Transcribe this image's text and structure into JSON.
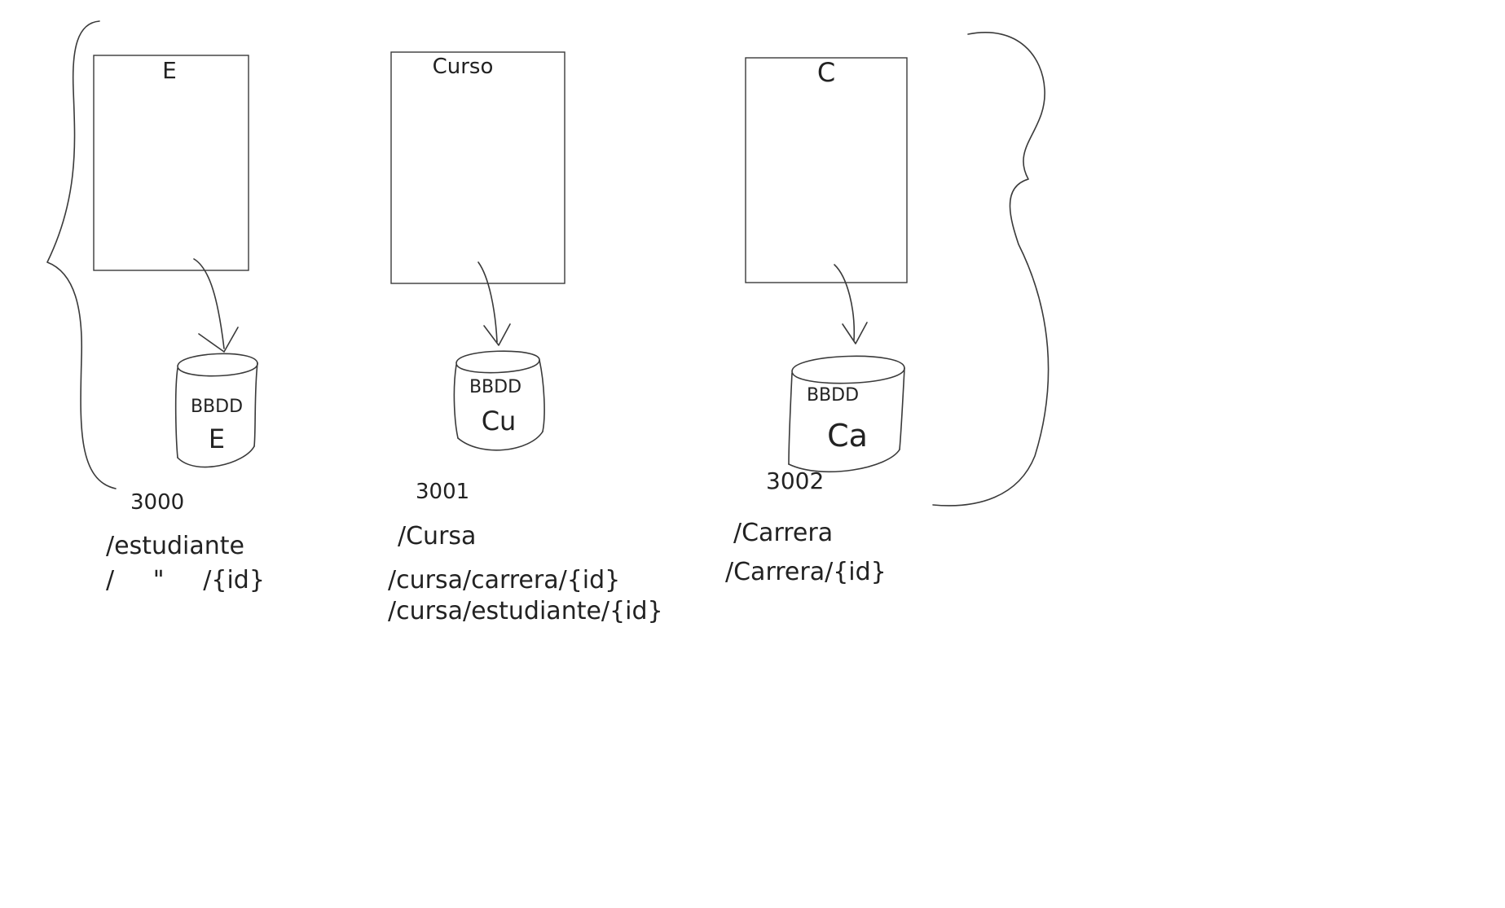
{
  "colors": {
    "background": "#ffffff",
    "ink": "#3a3a3a"
  },
  "services": [
    {
      "box_label": "E",
      "db_label": "BBDD",
      "db_name": "E",
      "port": "3000",
      "endpoints": [
        "/estudiante",
        "/     \"     /{id}"
      ]
    },
    {
      "box_label": "Curso",
      "db_label": "BBDD",
      "db_name": "Cu",
      "port": "3001",
      "endpoints": [
        "/Cursa",
        "/cursa/carrera/{id}",
        "/cursa/estudiante/{id}"
      ]
    },
    {
      "box_label": "C",
      "db_label": "BBDD",
      "db_name": "Ca",
      "port": "3002",
      "endpoints": [
        "/Carrera",
        "/Carrera/{id}"
      ]
    }
  ]
}
